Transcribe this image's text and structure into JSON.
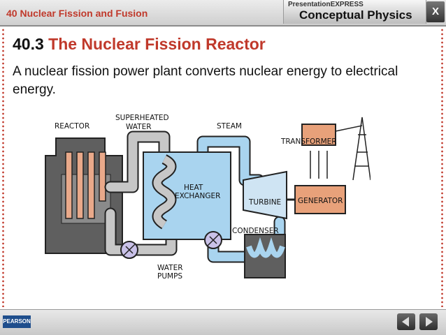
{
  "header": {
    "chapter_title": "40 Nuclear Fission and Fusion",
    "brand_top": "PresentationEXPRESS",
    "brand_main": "Conceptual Physics",
    "close_label": "X"
  },
  "slide": {
    "section_number": "40.3",
    "section_title": "The Nuclear Fission Reactor",
    "body": "A nuclear fission power plant converts nuclear energy to electrical energy."
  },
  "diagram": {
    "labels": {
      "reactor": "REACTOR",
      "superheated_1": "SUPERHEATED",
      "superheated_2": "WATER",
      "steam": "STEAM",
      "transformer": "TRANSFORMER",
      "heat_1": "HEAT",
      "heat_2": "EXCHANGER",
      "turbine": "TURBINE",
      "generator": "GENERATOR",
      "condenser": "CONDENSER",
      "pumps_1": "WATER",
      "pumps_2": "PUMPS"
    },
    "colors": {
      "reactor": "#5f5f5f",
      "pipe": "#c7c7c7",
      "water": "#a9d4ef",
      "rods": "#e9a98a",
      "generator": "#e8a17a",
      "pump": "#c9c1e8"
    }
  },
  "footer": {
    "logo": "PEARSON"
  }
}
